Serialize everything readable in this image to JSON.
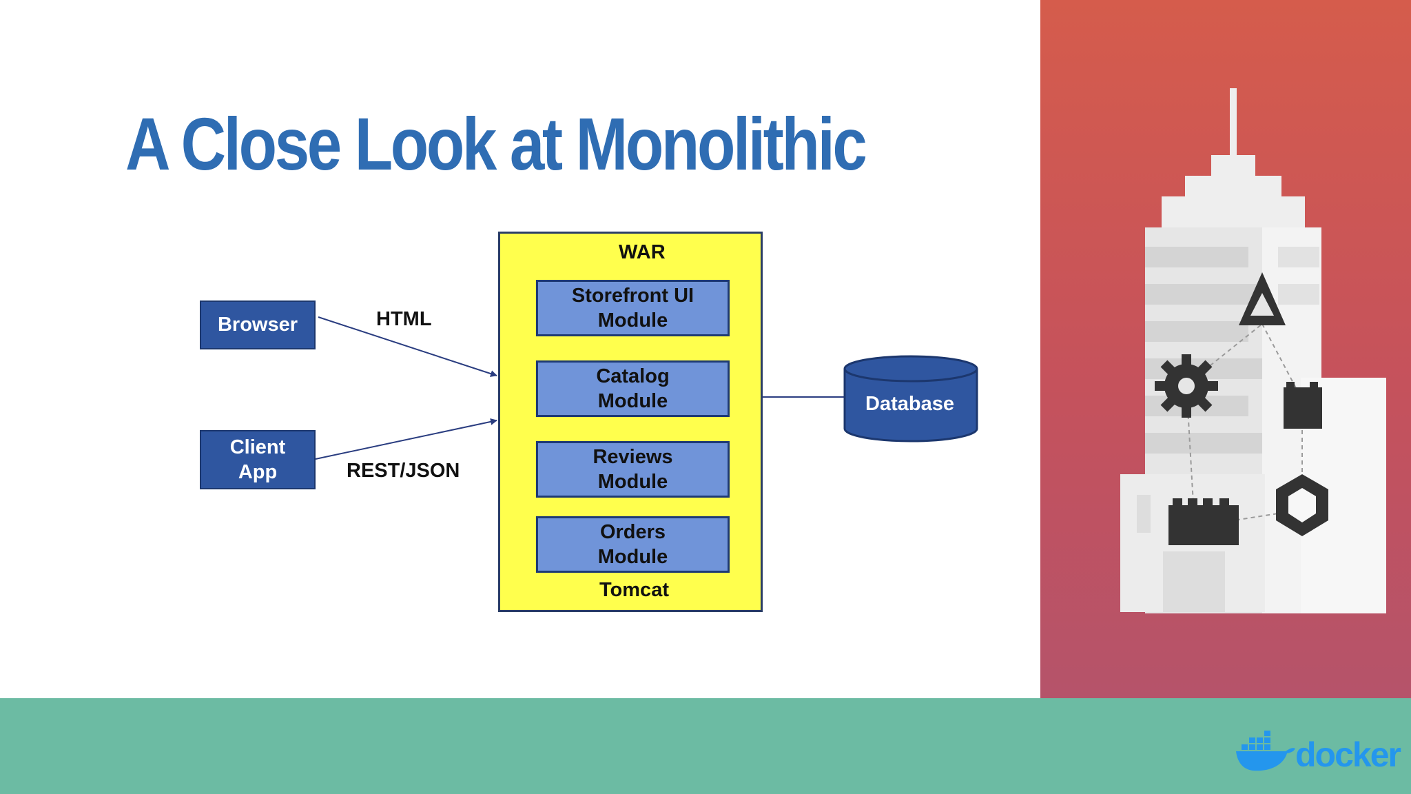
{
  "title": "A Close Look at Monolithic",
  "diagram": {
    "browser": "Browser",
    "client_app": "Client App",
    "html_label": "HTML",
    "rest_label": "REST/JSON",
    "war_label": "WAR",
    "tomcat_label": "Tomcat",
    "modules": [
      "Storefront UI Module",
      "Catalog Module",
      "Reviews Module",
      "Orders Module"
    ],
    "database": "Database"
  },
  "footer": {
    "brand": "docker"
  },
  "colors": {
    "title": "#2f6db3",
    "client_box": "#2f56a0",
    "war_container": "#ffff4d",
    "module_box": "#7094d9",
    "side_panel": "#d55c4c",
    "footer_band": "#6cbba3",
    "docker_blue": "#2496ed"
  },
  "icons": [
    "building-illustration",
    "delta-icon",
    "gear-icon",
    "block-icon",
    "hexagon-icon",
    "docker-whale-icon"
  ]
}
